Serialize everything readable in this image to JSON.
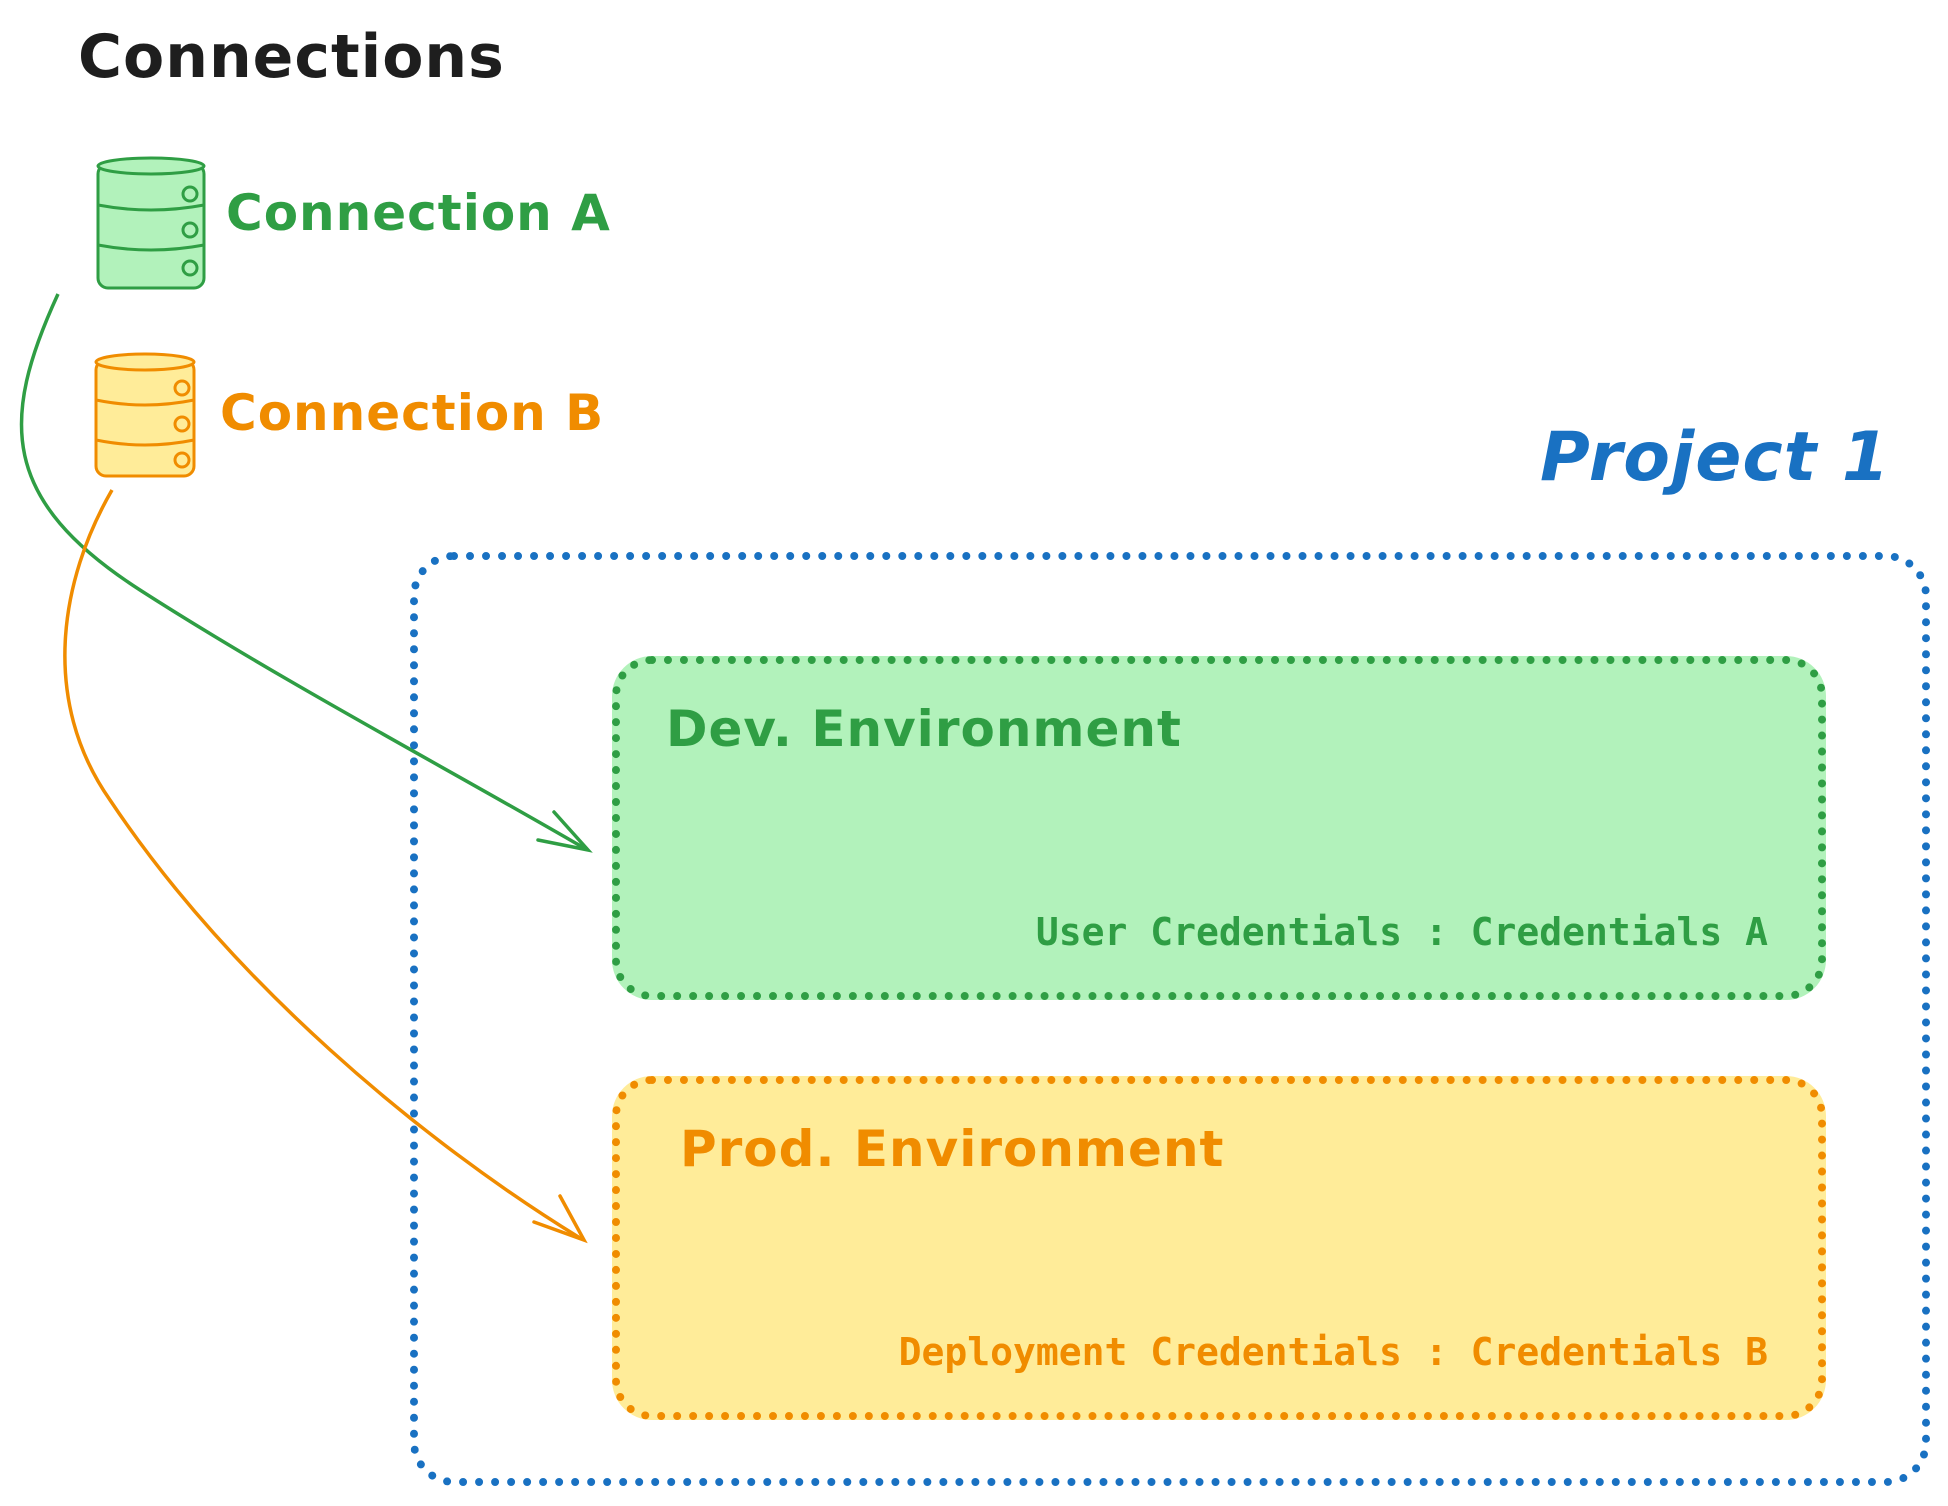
{
  "header": {
    "title": "Connections"
  },
  "connections": [
    {
      "label": "Connection A",
      "color": "#2f9e44",
      "fill": "#b2f2bb"
    },
    {
      "label": "Connection B",
      "color": "#f08c00",
      "fill": "#ffec99"
    }
  ],
  "project": {
    "label": "Project 1",
    "color": "#1971c2",
    "environments": [
      {
        "title": "Dev. Environment",
        "credentials": "User Credentials : Credentials A",
        "color": "#2f9e44",
        "fill": "#b2f2bb"
      },
      {
        "title": "Prod. Environment",
        "credentials": "Deployment Credentials : Credentials B",
        "color": "#f08c00",
        "fill": "#ffec99"
      }
    ]
  },
  "icons": [
    "database-icon",
    "database-icon"
  ]
}
